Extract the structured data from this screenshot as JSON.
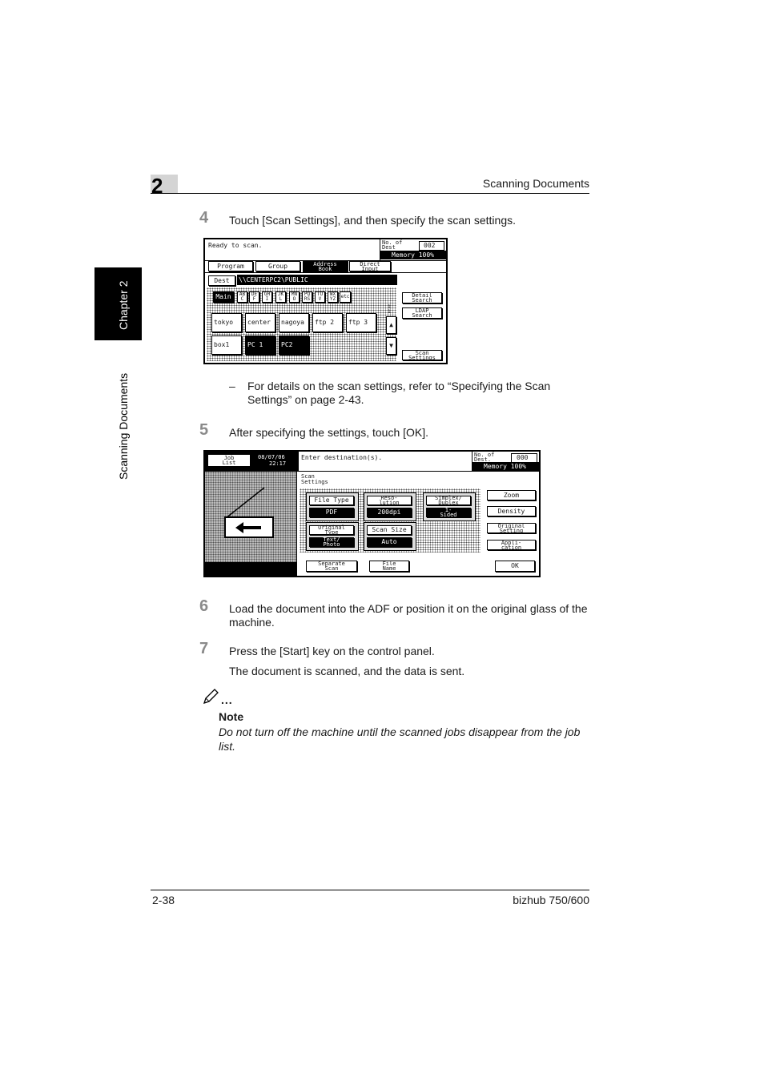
{
  "header": {
    "chapter_number": "2",
    "title": "Scanning Documents"
  },
  "side_tab": {
    "chapter": "Chapter 2",
    "section": "Scanning Documents"
  },
  "steps": [
    {
      "num": "4",
      "text": "Touch [Scan Settings], and then specify the scan settings."
    },
    {
      "num": "5",
      "text": "After specifying the settings, touch [OK]."
    },
    {
      "num": "6",
      "text": "Load the document into the ADF or position it on the original glass of the machine."
    },
    {
      "num": "7",
      "text": "Press the [Start] key on the control panel."
    }
  ],
  "bullet": {
    "dash": "–",
    "text": "For details on the scan settings, refer to “Specifying the Scan Settings” on page 2-43."
  },
  "step7_result": "The document is scanned, and the data is sent.",
  "note": {
    "icon": "pencil-note-icon",
    "dots": "...",
    "label": "Note",
    "text": "Do not turn off the machine until the scanned jobs disappear from the job list."
  },
  "screen1": {
    "status": "Ready to scan.",
    "no_of_dest_label": "No. of\nDest",
    "no_of_dest_value": "002",
    "memory": "Memory 100%",
    "tabs": [
      "Program",
      "Group",
      "Address\nBook",
      "Direct\nInput"
    ],
    "dest_label": "Dest",
    "dest_value": "\\\\CENTERPC2\\PUBLIC",
    "index_tabs": [
      "Main",
      "AB\nC",
      "DE\nF",
      "GH\nI",
      "JK\nL",
      "MN\nO",
      "PQ\nRS",
      "TU\nV",
      "WX\nYZ",
      "etc"
    ],
    "side_buttons": [
      "Detail\nSearch",
      "LDAP\nSearch"
    ],
    "page_indicator": "1\n1",
    "destinations": [
      "tokyo",
      "center",
      "nagoya",
      "ftp 2",
      "ftp 3",
      "box1",
      "PC 1",
      "PC2"
    ],
    "scan_settings_button": "Scan\nSettings",
    "arrow_up": "up-arrow-icon",
    "arrow_down": "down-arrow-icon"
  },
  "screen2": {
    "job_list_button": "Job\nList",
    "date": "08/07/06",
    "time": "22:17",
    "status": "Enter destination(s).",
    "no_of_dest_label": "No. of\nDest.",
    "no_of_dest_value": "000",
    "memory": "Memory 100%",
    "section_title": "Scan\nSettings",
    "settings": [
      {
        "label": "File Type",
        "value": "PDF"
      },
      {
        "label": "Reso-\nlution",
        "value": "200dpi"
      },
      {
        "label": "Simplex/\nDuplex",
        "value": "1-\nSided"
      },
      {
        "label": "Original\nType",
        "value": "Text/\nPhoto"
      },
      {
        "label": "Scan Size",
        "value": "Auto"
      }
    ],
    "right_buttons": [
      "Zoom",
      "Density",
      "Original\nSetting",
      "Appli-\ncation"
    ],
    "bottom_buttons": [
      "Separate\nScan",
      "File\nName"
    ],
    "ok_button": "OK",
    "arrow_icon": "left-arrow-icon"
  },
  "footer": {
    "page": "2-38",
    "model": "bizhub 750/600"
  }
}
